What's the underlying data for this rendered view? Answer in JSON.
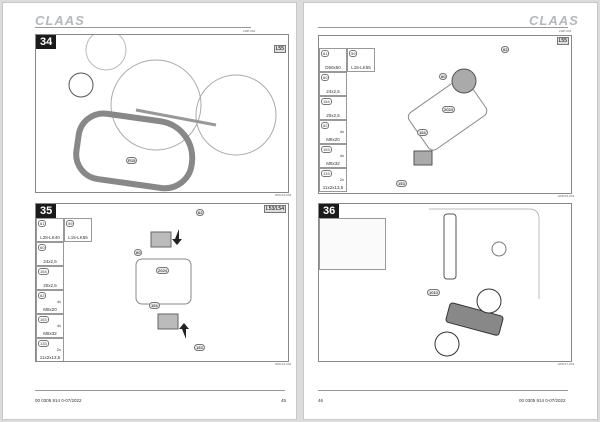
{
  "left_page": {
    "logo": "CLAAS",
    "doc_ref": "LWP-001",
    "figures": [
      {
        "number": "34",
        "corner_label": "L55",
        "callouts": [
          "R15"
        ],
        "fig_id": "HMC14-001"
      },
      {
        "number": "35",
        "corner_label": "L53/L54",
        "callouts": [
          "62",
          "60",
          "2024",
          "154",
          "153"
        ],
        "fig_id": "HMC13-001",
        "parts": [
          {
            "id": "61",
            "label": "L28-LK40"
          },
          {
            "id": "59",
            "label": "L15-LK55"
          },
          {
            "id": "60",
            "label": "24x2,5"
          },
          {
            "id": "154",
            "label": "20x2,5"
          },
          {
            "id": "62",
            "label": "M8x20",
            "qty": "4x"
          },
          {
            "id": "153",
            "label": "M8x32",
            "qty": "4x"
          },
          {
            "id": "133",
            "label": "11x2x13,5",
            "qty": "2x"
          }
        ]
      }
    ],
    "footer": {
      "doc_number": "00 0305 914 0-07/2022",
      "page": "45"
    }
  },
  "right_page": {
    "logo": "CLAAS",
    "doc_ref": "LWP-001",
    "figures": [
      {
        "number": "",
        "corner_label": "L55",
        "callouts": [
          "62",
          "60",
          "2024",
          "154",
          "153"
        ],
        "fig_id": "HMC15-001",
        "parts": [
          {
            "id": "61",
            "label": "D50x50"
          },
          {
            "id": "59",
            "label": "L15-LK55"
          },
          {
            "id": "60",
            "label": "24x2,5"
          },
          {
            "id": "154",
            "label": "20x2,5"
          },
          {
            "id": "62",
            "label": "M8x20",
            "qty": "4x"
          },
          {
            "id": "153",
            "label": "M8x32",
            "qty": "4x"
          },
          {
            "id": "133",
            "label": "11x2x13,5",
            "qty": "2x"
          }
        ]
      },
      {
        "number": "36",
        "corner_label": "",
        "callouts": [
          "1010"
        ],
        "fig_id": "HMC17-001"
      }
    ],
    "footer": {
      "doc_number": "00 0305 914 0-07/2022",
      "page": "46"
    }
  }
}
